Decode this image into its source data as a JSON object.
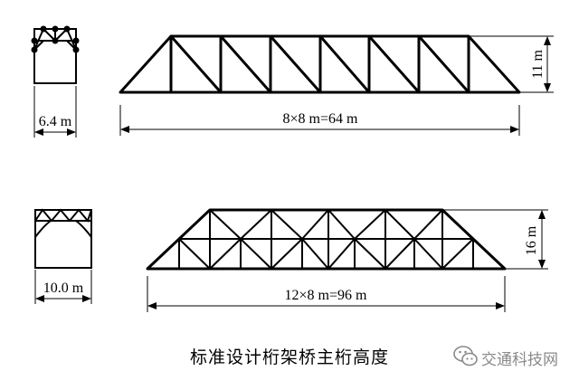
{
  "diagram": {
    "top": {
      "width_label": "6.4 m",
      "length_label": "8×8 m=64 m",
      "height_label": "11 m"
    },
    "bottom": {
      "width_label": "10.0 m",
      "length_label": "12×8 m=96 m",
      "height_label": "16 m"
    },
    "caption": "标准设计桁架桥主桁高度",
    "watermark": "交通科技网",
    "colors": {
      "line": "#000000",
      "watermark": "#8a8a8a"
    },
    "icons": {
      "watermark_logo": "wechat-icon"
    }
  }
}
